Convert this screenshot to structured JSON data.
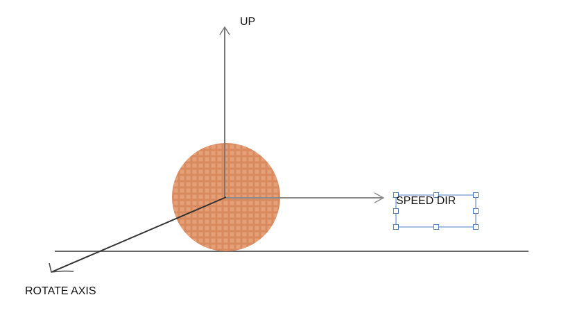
{
  "labels": {
    "up": "UP",
    "speed_dir": "SPEED DIR",
    "rotate_axis": "ROTATE AXIS"
  },
  "colors": {
    "ball_fill": "#d98a5f",
    "ball_pattern": "#eaa982",
    "axis_up": "#777777",
    "axis_speed": "#888888",
    "axis_rotate": "#333333",
    "ground": "#666666",
    "selection": "#4a7fc1"
  },
  "selection": {
    "active": true
  }
}
